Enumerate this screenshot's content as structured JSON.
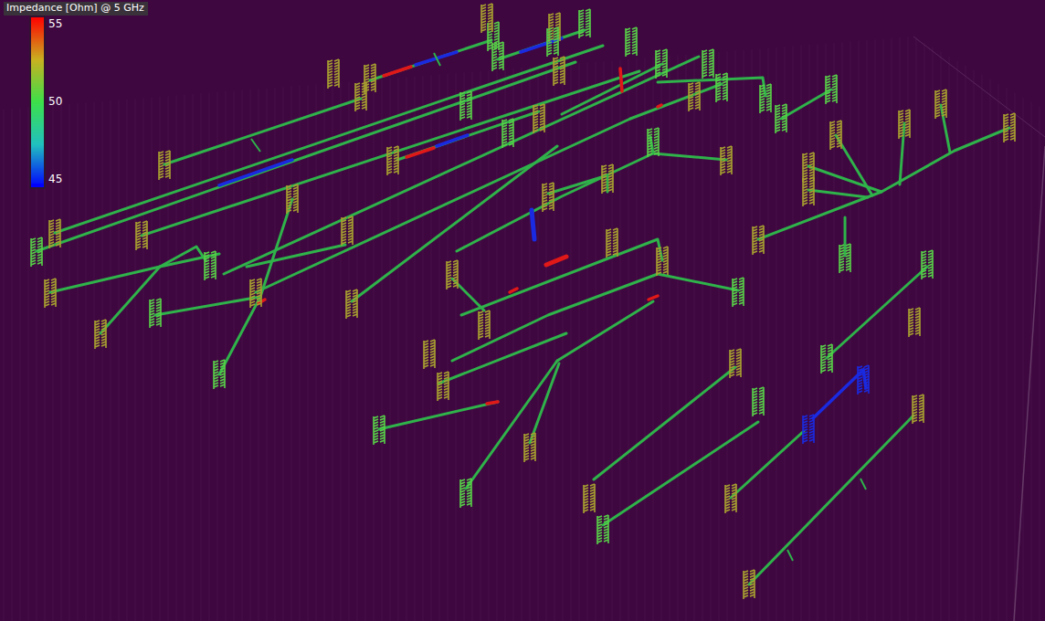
{
  "diagram": {
    "labels": [
      "Impedance [Ohm] @ 5 GHz"
    ],
    "legend": [
      {
        "text": "55",
        "color": "#ff0000"
      },
      {
        "text": "50",
        "color": "#3ce04a"
      },
      {
        "text": "45",
        "color": "#0000ff"
      }
    ]
  }
}
